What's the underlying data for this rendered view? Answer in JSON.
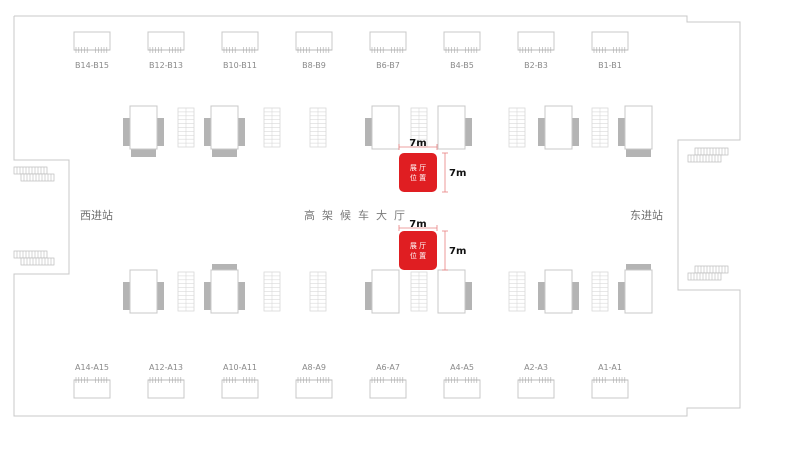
{
  "colors": {
    "outline": "#c8c8c8",
    "pillar": "#b4b4b4",
    "booth": "#e01e22",
    "dim": "#e88080"
  },
  "top_gates": [
    "B14-B15",
    "B12-B13",
    "B10-B11",
    "B8-B9",
    "B6-B7",
    "B4-B5",
    "B2-B3",
    "B1-B1"
  ],
  "bottom_gates": [
    "A14-A15",
    "A12-A13",
    "A10-A11",
    "A8-A9",
    "A6-A7",
    "A4-A5",
    "A2-A3",
    "A1-A1"
  ],
  "labels": {
    "west_entrance": "西进站",
    "east_entrance": "东进站",
    "hall": "高架候车大厅"
  },
  "booths": [
    {
      "line1": "展 厅",
      "line2": "位 置",
      "width": "7m",
      "depth": "7m"
    },
    {
      "line1": "展 厅",
      "line2": "位 置",
      "width": "7m",
      "depth": "7m"
    }
  ]
}
